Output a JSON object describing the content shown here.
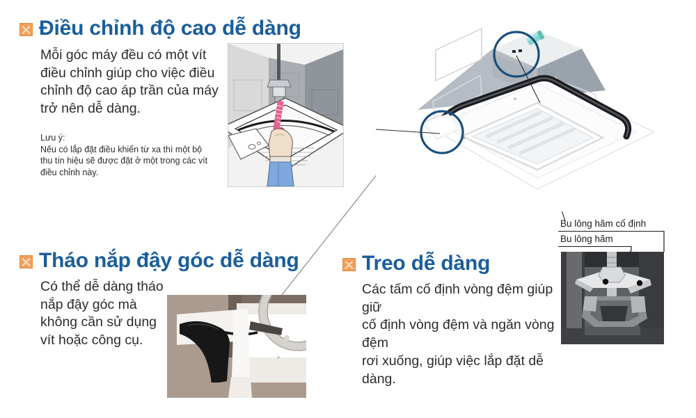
{
  "page": {
    "title": "Daikin cassette unit installation features",
    "background": "#ffffff",
    "accent_heading_color": "#1a5d9b",
    "accent_bullet_color": "#f0a05a",
    "callout_circle_color": "#1a4f7a"
  },
  "sections": [
    {
      "id": "easy-height-adjustment",
      "bullet_icon": "orange-x-square-icon",
      "heading": "Điều chỉnh độ cao dễ dàng",
      "body": "Mỗi góc máy đều có một vít\nđiều chỉnh giúp cho việc điều\nchỉnh độ cao áp trần của máy\ntrở nên dễ dàng.",
      "note": "Lưu ý:\nNếu có lắp đặt điều khiển từ xa thì một bộ\nthu tín hiệu sẽ được đặt ở một trong các vít\nđiều chỉnh này."
    },
    {
      "id": "easy-corner-cover-removal",
      "bullet_icon": "orange-x-square-icon",
      "heading": "Tháo nắp đậy góc dễ dàng",
      "body": "Có thể dễ dàng tháo\nnắp đậy góc mà\nkhông cần sử dụng\nvít hoặc công cụ."
    },
    {
      "id": "easy-hanging",
      "bullet_icon": "orange-x-square-icon",
      "heading": "Treo dễ dàng",
      "body": "Các tấm cố định vòng đệm giúp giữ\ncố định vòng đệm và ngăn vòng đệm\nrơi xuống, giúp việc lắp đặt dễ dàng."
    }
  ],
  "figures": {
    "ceiling_adjustment": {
      "name": "ceiling-screw-adjustment-illustration",
      "description": "Illustration of a hand using a pink screwdriver on an adjustment screw at a ceiling cassette corner"
    },
    "corner_cover": {
      "name": "corner-cover-removal-photo",
      "description": "Close-up photo of a black corner cover being detached from the white cassette panel"
    },
    "bolt": {
      "name": "locking-bolt-photo",
      "description": "Close-up photo of the hanging bracket with washer retaining plates and locking bolt"
    },
    "unit": {
      "name": "ceiling-cassette-unit-illustration",
      "description": "3D illustration of a four-way ceiling cassette indoor unit with two blue circle callouts"
    }
  },
  "callouts": [
    {
      "id": "bolt-fixed-label",
      "text": "Bu lông hãm cố định"
    },
    {
      "id": "bolt-label",
      "text": "Bu lông hãm"
    }
  ]
}
